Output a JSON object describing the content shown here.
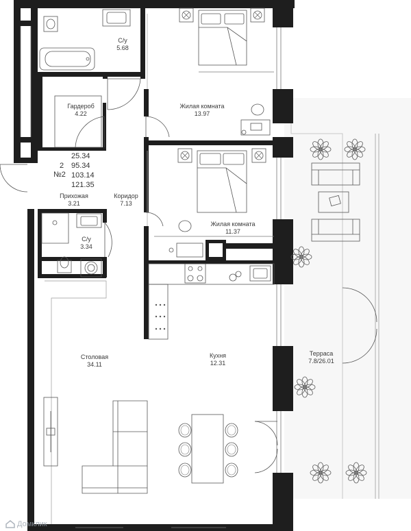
{
  "rooms": [
    {
      "id": "bath1",
      "name": "С/у",
      "area": "5.68"
    },
    {
      "id": "wardrobe",
      "name": "Гардероб",
      "area": "4.22"
    },
    {
      "id": "bedroom1",
      "name": "Жилая комната",
      "area": "13.97"
    },
    {
      "id": "bedroom2",
      "name": "Жилая комната",
      "area": "11.37"
    },
    {
      "id": "hall",
      "name": "Прихожая",
      "area": "3.21"
    },
    {
      "id": "corridor",
      "name": "Коридор",
      "area": "7.13"
    },
    {
      "id": "bath2",
      "name": "С/у",
      "area": "3.34"
    },
    {
      "id": "dining",
      "name": "Столовая",
      "area": "34.11"
    },
    {
      "id": "kitchen",
      "name": "Кухня",
      "area": "12.31"
    },
    {
      "id": "terrace",
      "name": "Терраса",
      "area": "7.8/26.01"
    }
  ],
  "apartment": {
    "rooms_count": "2",
    "number": "№2",
    "area_living": "25.34",
    "area_total": "95.34",
    "area_with_terrace": "103.14",
    "area_full": "121.35"
  },
  "watermark": "Домклик",
  "colors": {
    "wall": "#1e1e1e",
    "line": "#555555",
    "terrace": "#f7f7f7"
  },
  "icons": [
    "bed-icon",
    "bathtub-icon",
    "toilet-icon",
    "sink-icon",
    "shower-icon",
    "washing-machine-icon",
    "stove-icon",
    "flower-icon",
    "bench-icon",
    "table-icon",
    "sofa-icon",
    "chair-icon",
    "door-icon",
    "logo-icon"
  ]
}
